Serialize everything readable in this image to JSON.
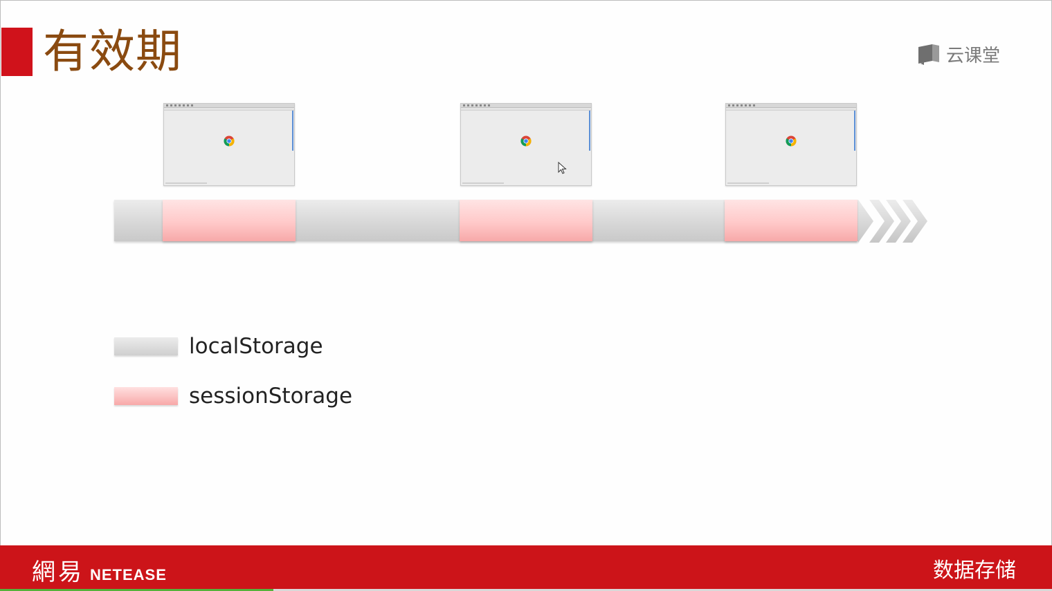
{
  "slide": {
    "title": "有效期",
    "logo_text": "云课堂",
    "logo_icon": "book-icon",
    "accent_color": "#d0121b"
  },
  "timeline": {
    "segments": [
      {
        "type": "localStorage"
      },
      {
        "type": "sessionStorage",
        "window_icon": "chrome-icon"
      },
      {
        "type": "localStorage"
      },
      {
        "type": "sessionStorage",
        "window_icon": "chrome-icon",
        "cursor": true
      },
      {
        "type": "localStorage"
      },
      {
        "type": "sessionStorage",
        "window_icon": "chrome-icon"
      }
    ],
    "end_marker": "chevron-arrows-icon"
  },
  "legend": [
    {
      "label": "localStorage",
      "color": "#d6d6d6"
    },
    {
      "label": "sessionStorage",
      "color": "#ffc9c9"
    }
  ],
  "footer": {
    "brand_cn": "網易",
    "brand_en": "NETEASE",
    "topic": "数据存储",
    "background_color": "#cc1419",
    "video_progress_fraction": 0.26
  }
}
